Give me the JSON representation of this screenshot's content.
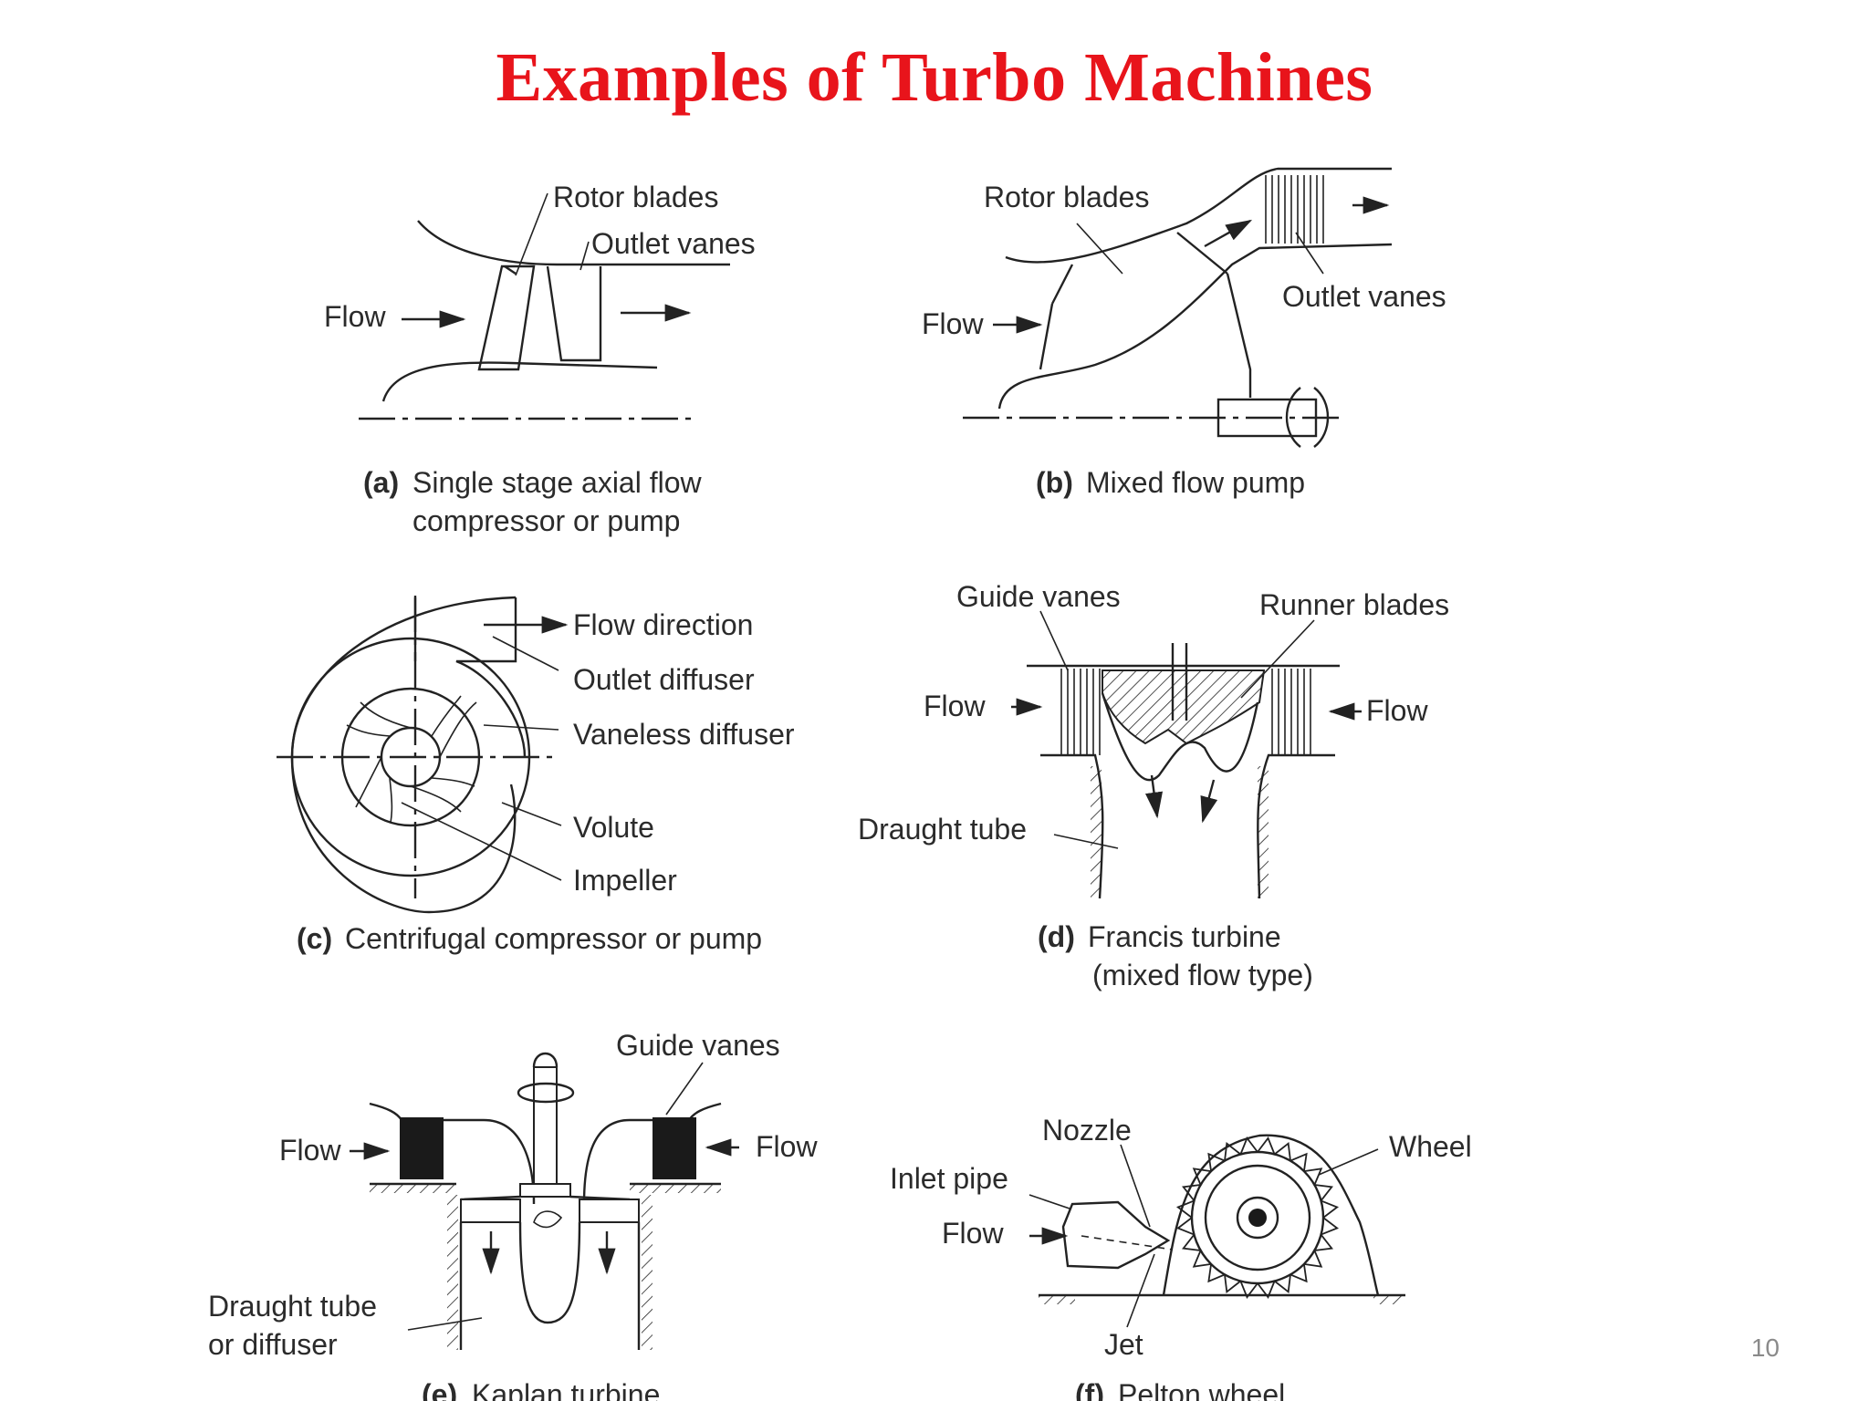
{
  "slide": {
    "title": "Examples of Turbo Machines",
    "page_number": "10"
  },
  "panels": {
    "a": {
      "caption_prefix": "(a)",
      "caption_line1": "Single stage axial flow",
      "caption_line2": "compressor or pump",
      "labels": {
        "rotor_blades": "Rotor blades",
        "outlet_vanes": "Outlet vanes",
        "flow": "Flow"
      }
    },
    "b": {
      "caption_prefix": "(b)",
      "caption_line1": "Mixed flow pump",
      "labels": {
        "rotor_blades": "Rotor blades",
        "outlet_vanes": "Outlet vanes",
        "flow": "Flow"
      }
    },
    "c": {
      "caption_prefix": "(c)",
      "caption_line1": "Centrifugal compressor or pump",
      "labels": {
        "flow_direction": "Flow direction",
        "outlet_diffuser": "Outlet diffuser",
        "vaneless_diffuser": "Vaneless diffuser",
        "volute": "Volute",
        "impeller": "Impeller"
      }
    },
    "d": {
      "caption_prefix": "(d)",
      "caption_line1": "Francis turbine",
      "caption_line2": "(mixed flow type)",
      "labels": {
        "guide_vanes": "Guide vanes",
        "runner_blades": "Runner blades",
        "flow_left": "Flow",
        "flow_right": "Flow",
        "draught_tube": "Draught tube"
      }
    },
    "e": {
      "caption_prefix": "(e)",
      "caption_line1": "Kaplan turbine",
      "labels": {
        "guide_vanes": "Guide vanes",
        "flow_left": "Flow",
        "flow_right": "Flow",
        "draught_tube_line1": "Draught tube",
        "draught_tube_line2": "or diffuser"
      }
    },
    "f": {
      "caption_prefix": "(f)",
      "caption_line1": "Pelton wheel",
      "labels": {
        "nozzle": "Nozzle",
        "wheel": "Wheel",
        "inlet_pipe": "Inlet pipe",
        "flow": "Flow",
        "jet": "Jet"
      }
    }
  },
  "colors": {
    "title": "#e8141b",
    "ink": "#222222",
    "page_number": "#8a8a8a"
  }
}
